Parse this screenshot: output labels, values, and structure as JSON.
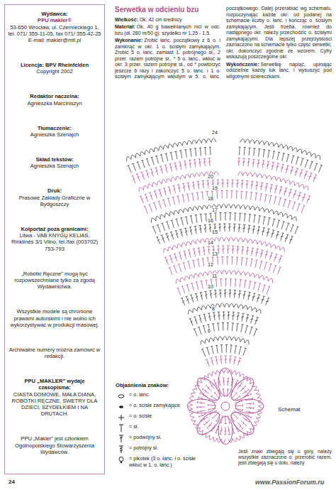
{
  "diagram": {
    "title": "Serwetka w odcieniu bzu",
    "nodes": [
      {
        "text": [
          "Wydawca:",
          "PPU makler®",
          "53-650 Wrocław, ul. Czernieckiego 1, tel. 071/ 355-11-05, fax 071/ 355-42-25 E-mail: makler@mtl.pl",
          "Licencja: BPV Rheinfelden",
          "Copyright 2002",
          "Redaktor naczelna:",
          "Agnieszka Marciniszyn",
          "Tłumaczenie:",
          "Agnieszka Szenajch",
          "Skład tekstów:",
          "Agnieszka Szenajch",
          "Druk:",
          "Prasowe Zakłady Graficzne w Bydgoszczy",
          "Kolportaż poza granicami:",
          "Litwa - VAB KNYGŲ KELIAS, Rinktinės 3/1 Vilno, tel./fax (003702) 753-793",
          "„Robótki Ręczne” mogą być rozpowszechniane tylko za zgodą Wydawnictwa.",
          "Wszystkie modele są chronione prawami autorskimi i nie wolno ich wykorzystywać w produkcji masowej.",
          "Archiwalne numery można zamówić w redakcji.",
          "PPU „MAKLER” wydaje czasopisma:",
          "CIASTA DOMOWE, MAŁA DIANA, ROBÓTKI RĘCZNE, SWETRY DLA DZIECI, SZYDEŁKIEM I NA DRUTACH.",
          "PPU „Makler” jest członkiem Ogólnopolskiego Stowarzyszenia Wydawców."
        ]
      }
    ],
    "labels": [
      "Wielkość:",
      "Ok. 42 cm średnicy",
      "Materiał:",
      "Ok. 40 g bawełnianych nici w odc. bzu (dł. 280 m/50 g); szydełko nr 1,25 - 1,5.",
      "Wykonanie:",
      "Zrobić łańc. początkowy z 6 o. i zamknąć w okr. 1 o. ścisłym zamykającym. Zrobić 5 o. łańc. zamiast 1. potrójnego sł., 2 przer. razem potrójne sł., * 5 o. łańc., wkłuć w okr. 3 przer. razem potrójne sł., od * powtórzyć jeszcze 6 razy i zakończyć 5 o. łańc. i 1 o. ścisłym zamykającym wkłutym w 5. o. łańc. początkowego. Dalej przerabiać wg schematu, rozpoczynając każde okr. od podanej na schemacie liczby o. łańc. i kończąc o. ścisłym zamykającym. Jeśli trzeba, również do następnego okr. należy przechodzić o. ścisłymi zamykającymi. Dla lepszej przejrzystości zaznaczono na schemacie tylko część serwetki, okr. dokończyć zgodnie ze wzorem. Cyfry wskazują poszczególne okr.",
      "Wykończenie:",
      "Serwetkę napiąć, upinając oddzielnie każdy łuk łańc. i wysuszyć pod wilgotnymi ściereczkami.",
      "Objaśnienia znaków:",
      "Schemat",
      "Jeśli znaki zbiegają się u góry, należy wszystkie zaznaczone o. przerobić razem, jeśli zbiegają się u dołu, należy",
      "24",
      "24",
      "20",
      "19",
      "18",
      "17",
      "16",
      "15",
      "14",
      "13",
      "12",
      "11",
      "10",
      "8",
      "6",
      "www.PassionForum.ru"
    ],
    "legend": [
      {
        "text": "= o. łańc."
      },
      {
        "text": "= o. ścisłe zamykające"
      },
      {
        "text": "= o. ścisłe"
      },
      {
        "text": "= sł."
      },
      {
        "text": "= podwójny sł."
      },
      {
        "text": "= potrójny sł."
      },
      {
        "text": "= pikotek (3 o. łańc. i o. ścisłe wkłuć w 1. o. łańc.)"
      }
    ]
  }
}
